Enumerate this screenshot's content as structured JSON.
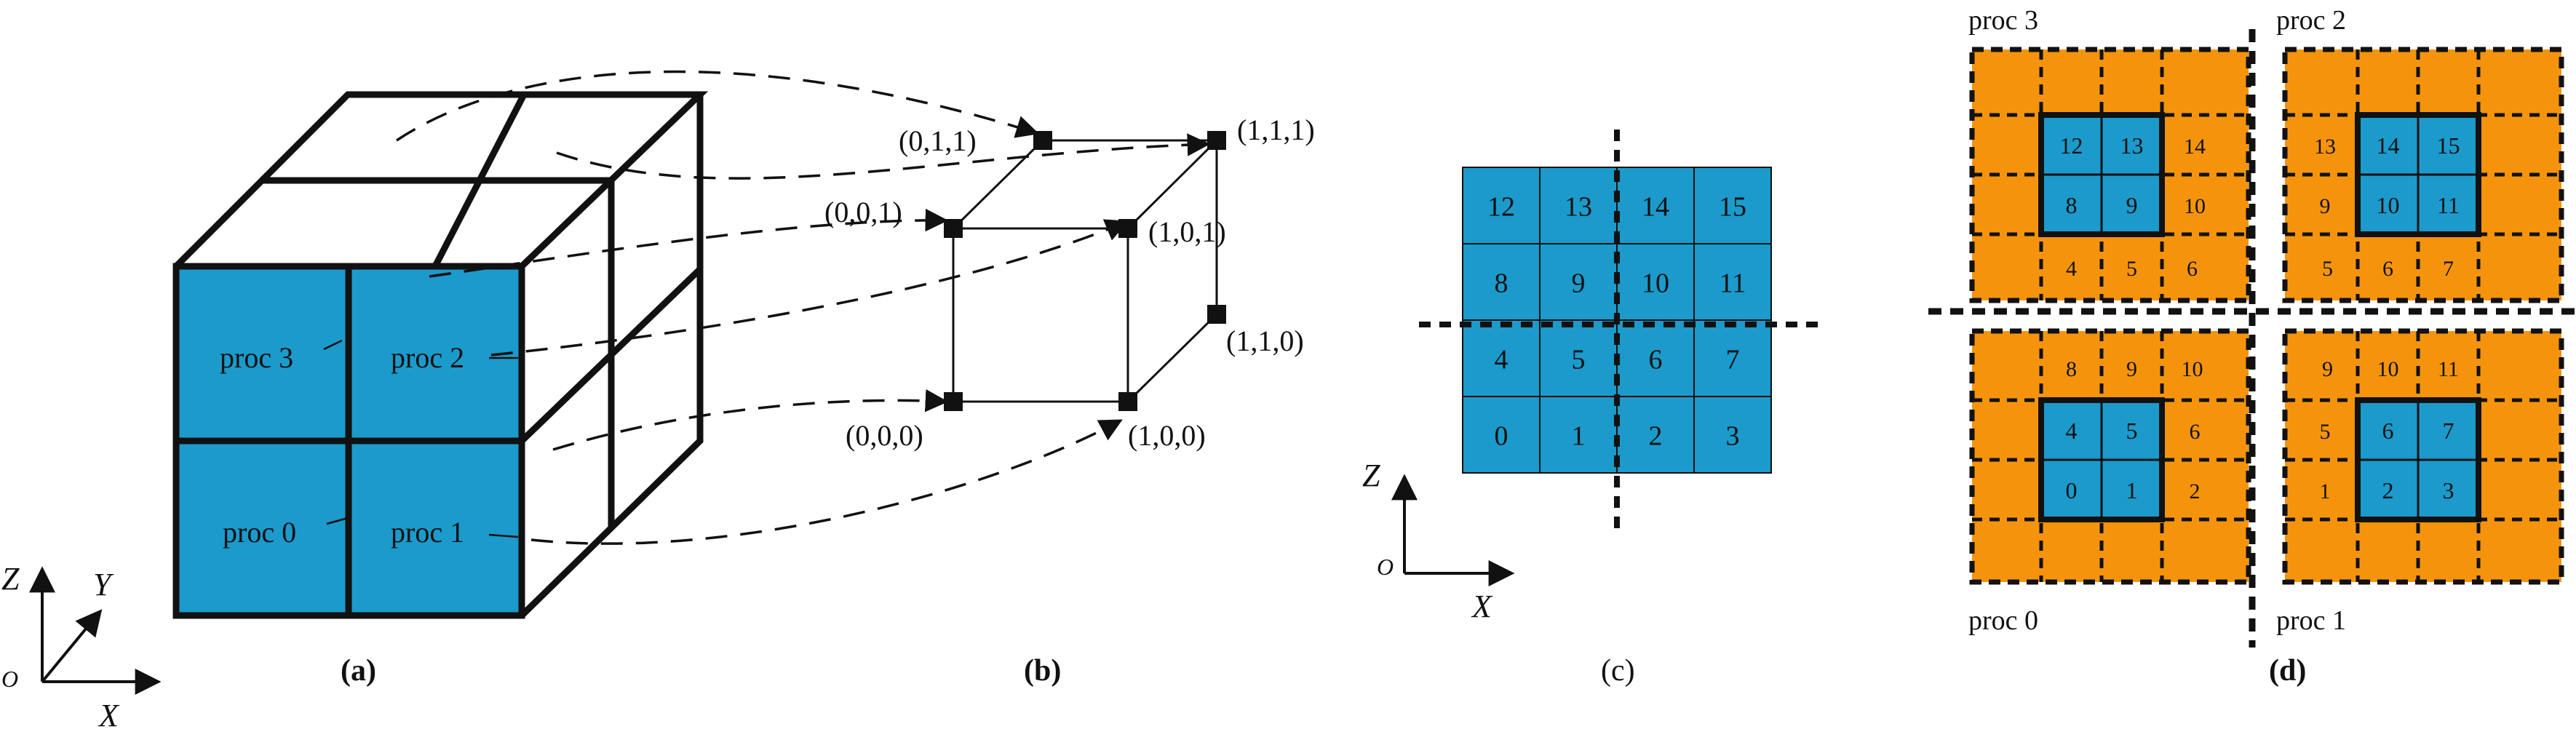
{
  "colors": {
    "blue": "#1B9ACB",
    "orange": "#F5940C",
    "line": "#111111"
  },
  "panel_a": {
    "caption": "(a)",
    "proc_labels": [
      "proc 3",
      "proc 2",
      "proc 0",
      "proc 1"
    ],
    "axes": {
      "z": "Z",
      "y": "Y",
      "x": "X",
      "origin": "O"
    }
  },
  "panel_b": {
    "caption": "(b)",
    "vertices": [
      "(0,1,1)",
      "(1,1,1)",
      "(0,0,1)",
      "(1,0,1)",
      "(1,1,0)",
      "(0,0,0)",
      "(1,0,0)"
    ]
  },
  "panel_c": {
    "caption": "(c)",
    "rows": [
      [
        "12",
        "13",
        "14",
        "15"
      ],
      [
        "8",
        "9",
        "10",
        "11"
      ],
      [
        "4",
        "5",
        "6",
        "7"
      ],
      [
        "0",
        "1",
        "2",
        "3"
      ]
    ],
    "axes": {
      "z": "Z",
      "x": "X",
      "origin": "O"
    }
  },
  "panel_d": {
    "caption": "(d)",
    "procs": [
      {
        "label": "proc 3",
        "core": [
          [
            "12",
            "13"
          ],
          [
            "8",
            "9"
          ]
        ],
        "ghost_side": [
          "14",
          "10"
        ],
        "ghost_bottom": [
          "4",
          "5",
          "6"
        ]
      },
      {
        "label": "proc 2",
        "core": [
          [
            "14",
            "15"
          ],
          [
            "10",
            "11"
          ]
        ],
        "ghost_side": [
          "13",
          "9"
        ],
        "ghost_bottom": [
          "5",
          "6",
          "7"
        ]
      },
      {
        "label": "proc 0",
        "core": [
          [
            "4",
            "5"
          ],
          [
            "0",
            "1"
          ]
        ],
        "ghost_side": [
          "6",
          "2"
        ],
        "ghost_top": [
          "8",
          "9",
          "10"
        ]
      },
      {
        "label": "proc 1",
        "core": [
          [
            "6",
            "7"
          ],
          [
            "2",
            "3"
          ]
        ],
        "ghost_side": [
          "5",
          "1"
        ],
        "ghost_top": [
          "9",
          "10",
          "11"
        ]
      }
    ]
  }
}
